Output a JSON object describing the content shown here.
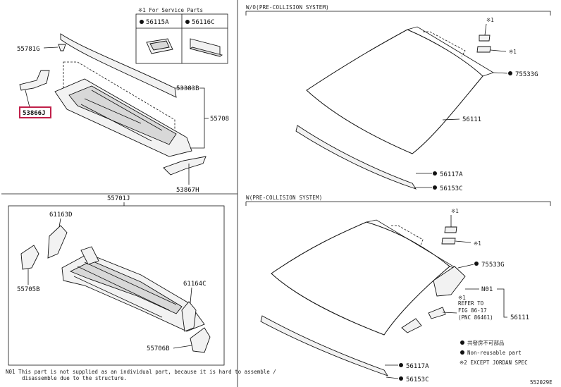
{
  "diagram": {
    "service_box": {
      "title": "※1 For Service Parts",
      "part_a": "56115A",
      "part_b": "56116C"
    },
    "top_left_labels": {
      "p55781G": "55781G",
      "p53866J": "53866J",
      "p53383B": "53383B",
      "p55708": "55708",
      "p53867H": "53867H"
    },
    "bottom_left_labels": {
      "p55701J": "55701J",
      "p61163D": "61163D",
      "p55705B": "55705B",
      "p61164C": "61164C",
      "p55706B": "55706B"
    },
    "top_right": {
      "header": "W/O(PRE-COLLISION SYSTEM)",
      "mark1": "※1",
      "mark2": "※1",
      "p75533G": "75533G",
      "p56111": "56111",
      "p56117A": "56117A",
      "p56153C": "56153C"
    },
    "bottom_right": {
      "header": "W(PRE-COLLISION SYSTEM)",
      "mark1": "※1",
      "mark2": "※1",
      "p75533G": "75533G",
      "n01": "N01",
      "mark3": "※1",
      "refer1": "REFER TO",
      "refer2": "FIG 86-17",
      "refer3": "(PNC 86461)",
      "p56111": "56111",
      "legend1": "共發房不可部品",
      "legend2": "Non-reusable part",
      "legend3": "※2 EXCEPT JORDAN SPEC",
      "p56117A": "56117A",
      "p56153C": "56153C"
    },
    "footnote1": "N01  This part is not supplied as an individual part, because it is hard to assemble /",
    "footnote2": "disassemble due to the structure.",
    "figure_code": "552029E",
    "highlight_color": "#c0204a"
  }
}
